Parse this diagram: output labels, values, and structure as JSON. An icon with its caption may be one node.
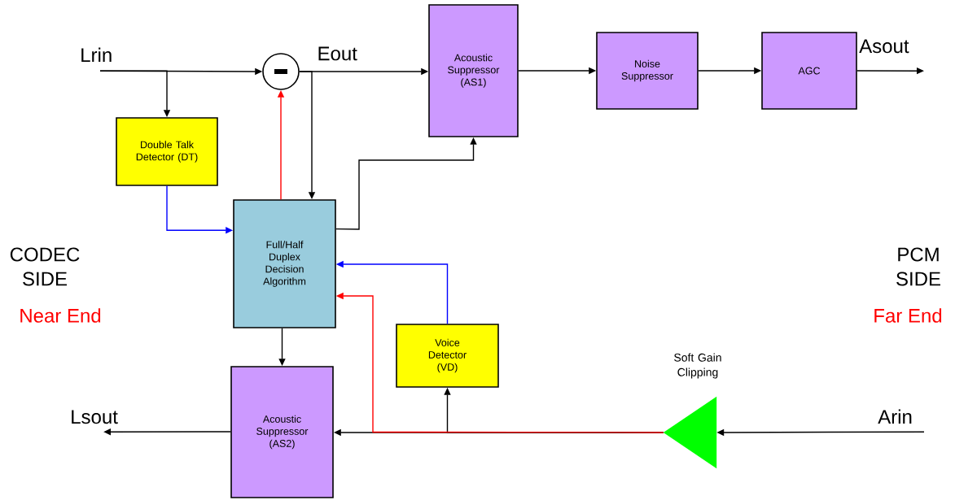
{
  "diagram": {
    "nodes": [
      {
        "text": [],
        "shape": "circle"
      },
      {
        "text": [
          "Double Talk Detector (DT)"
        ]
      },
      {
        "text": [
          "Full/Half Duplex Decision Algorithm"
        ]
      },
      {
        "text": [
          "Acoustic Suppressor (AS1)"
        ]
      },
      {
        "text": [
          "Noise Suppressor"
        ]
      },
      {
        "text": [
          "AGC"
        ]
      },
      {
        "text": [
          "Voice Detector (VD)"
        ]
      },
      {
        "text": [
          "Acoustic Suppressor (AS2)"
        ]
      },
      {
        "text": [],
        "shape": "triangle",
        "beside": [
          "Soft Gain Clipping"
        ]
      },
      {
        "text": [
          "Lrin"
        ]
      },
      {
        "text": [
          "Asout"
        ]
      },
      {
        "text": [
          "Lsout"
        ]
      },
      {
        "text": [
          "Arin"
        ]
      }
    ],
    "edges": [
      {
        "from": 9,
        "to": 0,
        "arrow": "to"
      },
      {
        "from": 9,
        "to": 1,
        "arrow": "to"
      },
      {
        "from": 0,
        "to": 3,
        "arrow": "to"
      },
      {
        "from": 0,
        "to": 2,
        "arrow": "to"
      },
      {
        "from": 1,
        "to": 2,
        "arrow": "to",
        "color": "#0000ff"
      },
      {
        "from": 2,
        "to": 0,
        "arrow": "to",
        "color": "#ff0000"
      },
      {
        "from": 2,
        "to": 3,
        "arrow": "to"
      },
      {
        "from": 3,
        "to": 4,
        "arrow": "to"
      },
      {
        "from": 4,
        "to": 5,
        "arrow": "to"
      },
      {
        "from": 5,
        "to": 10,
        "arrow": "to"
      },
      {
        "from": 2,
        "to": 7,
        "arrow": "to"
      },
      {
        "from": 6,
        "to": 2,
        "arrow": "to",
        "color": "#0000ff"
      },
      {
        "from": 8,
        "to": 7,
        "arrow": "to"
      },
      {
        "from": 8,
        "to": 6,
        "arrow": "to"
      },
      {
        "from": 8,
        "to": 2,
        "arrow": "to",
        "color": "#ff0000"
      },
      {
        "from": 7,
        "to": 11,
        "arrow": "to"
      },
      {
        "from": 12,
        "to": 8,
        "arrow": "to"
      }
    ],
    "labels": [
      "Eout",
      "CODEC SIDE",
      "Near End",
      "PCM SIDE",
      "Far End"
    ]
  }
}
